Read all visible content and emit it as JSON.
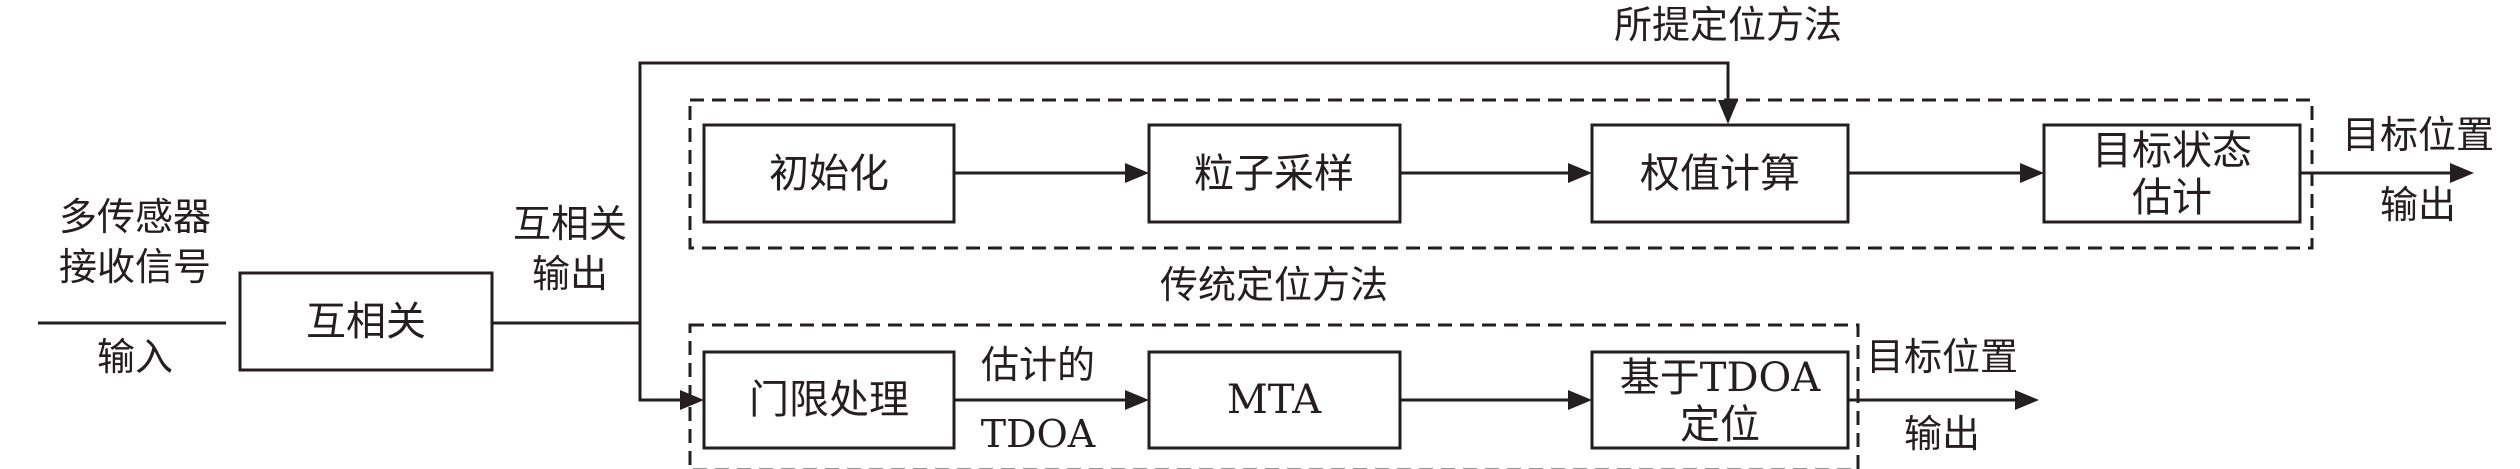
{
  "proposed_method": {
    "title": "所提定位方法",
    "steps": [
      "初始化",
      "粒子采样",
      "权值计算"
    ],
    "estimate_lines": [
      "目标状态",
      "估计"
    ],
    "output_lines": [
      "目标位置",
      "输出"
    ]
  },
  "traditional_method": {
    "title": "传统定位方法",
    "threshold_label": "门限处理",
    "edge_lines": [
      "估计的",
      "TDOA"
    ],
    "mta_label": "MTA",
    "locate_lines": [
      "基于TDOA",
      "定位"
    ],
    "output_lines": [
      "目标位置",
      "输出"
    ]
  },
  "input": {
    "lines": [
      "多传感器",
      "接收信号"
    ],
    "arrow_label": "输入"
  },
  "xcorr": {
    "label": "互相关",
    "out_lines": [
      "互相关",
      "输出"
    ]
  }
}
